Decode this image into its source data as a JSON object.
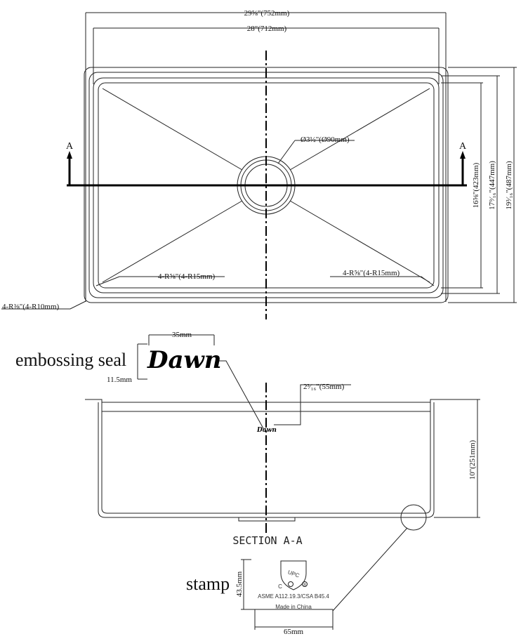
{
  "top_view": {
    "overall_width": "29⅝\"(752mm)",
    "inner_width": "28\"(712mm)",
    "drain_dia": "Ø3½\"(Ø90mm)",
    "corner_radius_left": "4-R⅝\"(4-R15mm)",
    "corner_radius_right": "4-R⅝\"(4-R15mm)",
    "outer_corner_radius": "4-R⅜\"(4-R10mm)",
    "section_marker_left": "A",
    "section_marker_right": "A",
    "height_inner": "16⅝\"(423mm)",
    "height_mid": "17⁹⁄₁₆\"(447mm)",
    "height_outer": "19³⁄₁₆\"(487mm)"
  },
  "embossing": {
    "title": "embossing seal",
    "width": "35mm",
    "height": "11.5mm",
    "logo_text": "Dawn"
  },
  "section_view": {
    "title": "SECTION A-A",
    "seal_offset": "2³⁄₁₆\"(55mm)",
    "depth": "10\"(251mm)",
    "small_logo_text": "Dawn"
  },
  "stamp": {
    "title": "stamp",
    "height": "43.5mm",
    "width": "65mm",
    "upc_text": "UPC",
    "c_mark": "C",
    "r_mark": "®",
    "standard_text": "ASME A112.19.3/CSA B45.4",
    "origin_text": "Made in China"
  }
}
